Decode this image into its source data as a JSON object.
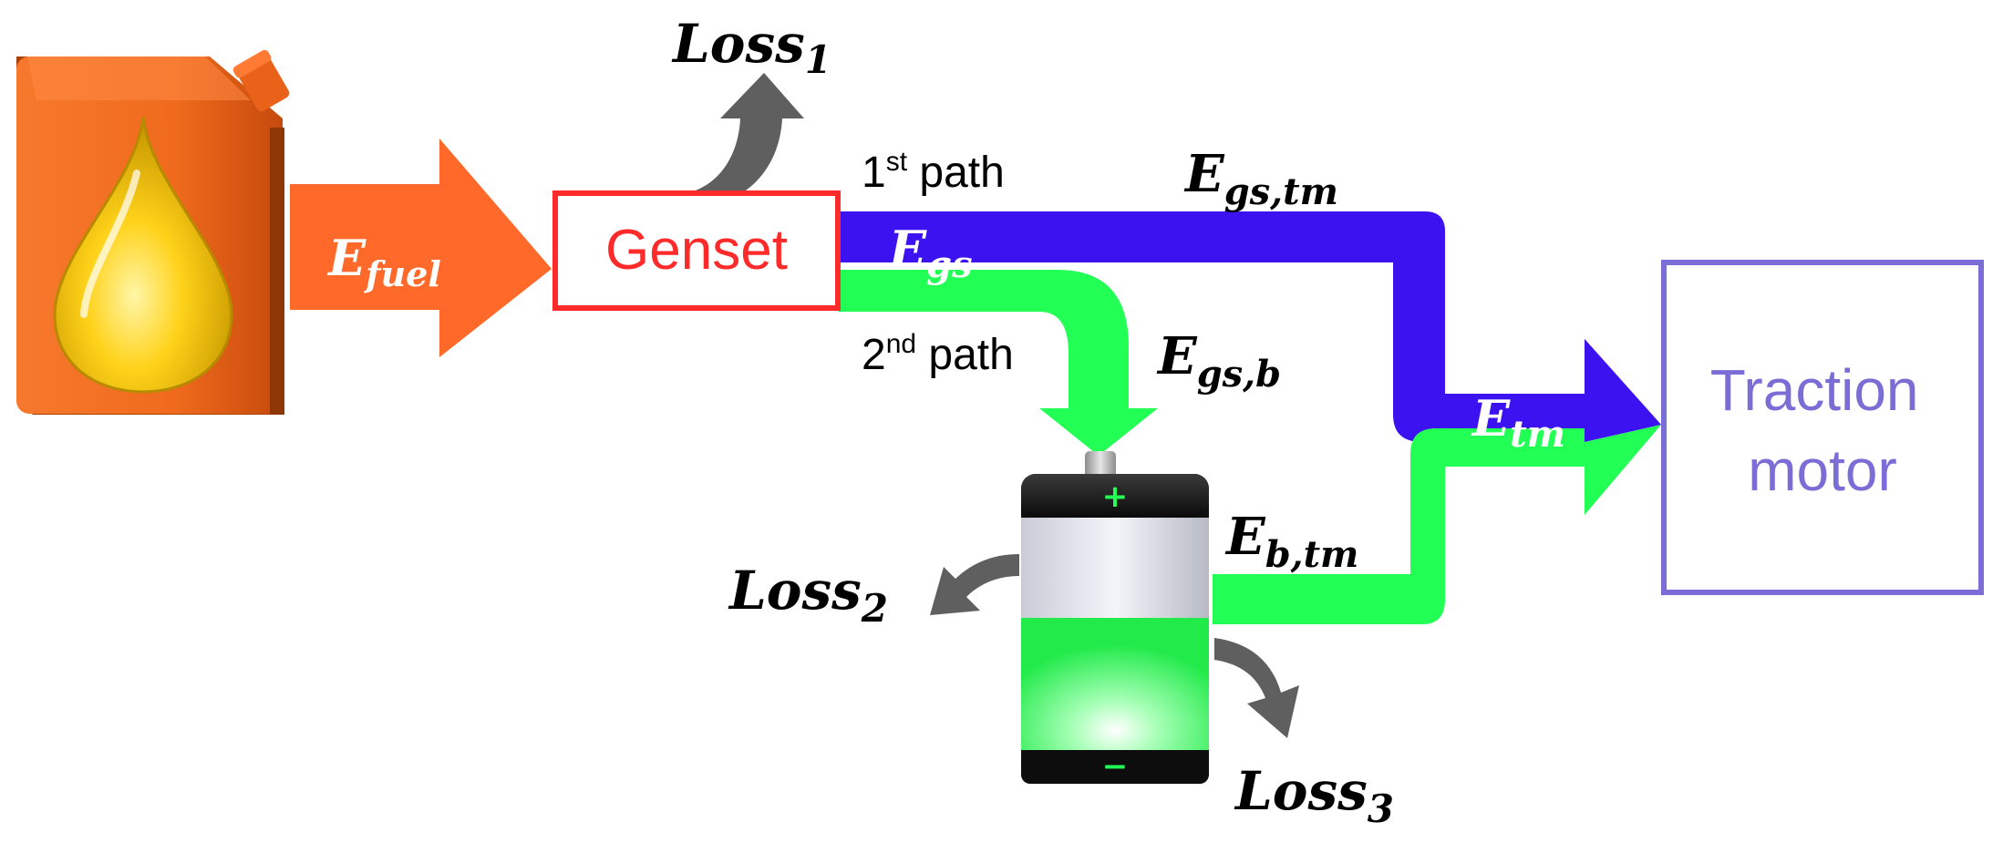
{
  "fuel": {
    "main": "E",
    "sub": "fuel"
  },
  "genset": {
    "label": "Genset"
  },
  "traction": {
    "line1": "Traction",
    "line2": "motor"
  },
  "path1": {
    "num": "1",
    "sup": "st",
    "word": " path"
  },
  "path2": {
    "num": "2",
    "sup": "nd",
    "word": " path"
  },
  "labels": {
    "gs": {
      "main": "E",
      "sub": "gs"
    },
    "gs_tm": {
      "main": "E",
      "sub": "gs,tm"
    },
    "gs_b": {
      "main": "E",
      "sub": "gs,b"
    },
    "tm": {
      "main": "E",
      "sub": "tm"
    },
    "b_tm": {
      "main": "E",
      "sub": "b,tm"
    }
  },
  "losses": {
    "loss1": {
      "main": "Loss",
      "sub": "1"
    },
    "loss2": {
      "main": "Loss",
      "sub": "2"
    },
    "loss3": {
      "main": "Loss",
      "sub": "3"
    }
  },
  "battery": {
    "plus": "+",
    "minus": "−"
  },
  "colors": {
    "fuel_arrow": "#ff6a2a",
    "genset": "#ff2a2a",
    "path1": "#3c12f0",
    "path2": "#22ff55",
    "loss": "#5f5f5f",
    "traction": "#7a6ed6",
    "text": "#000000",
    "white": "#ffffff"
  }
}
